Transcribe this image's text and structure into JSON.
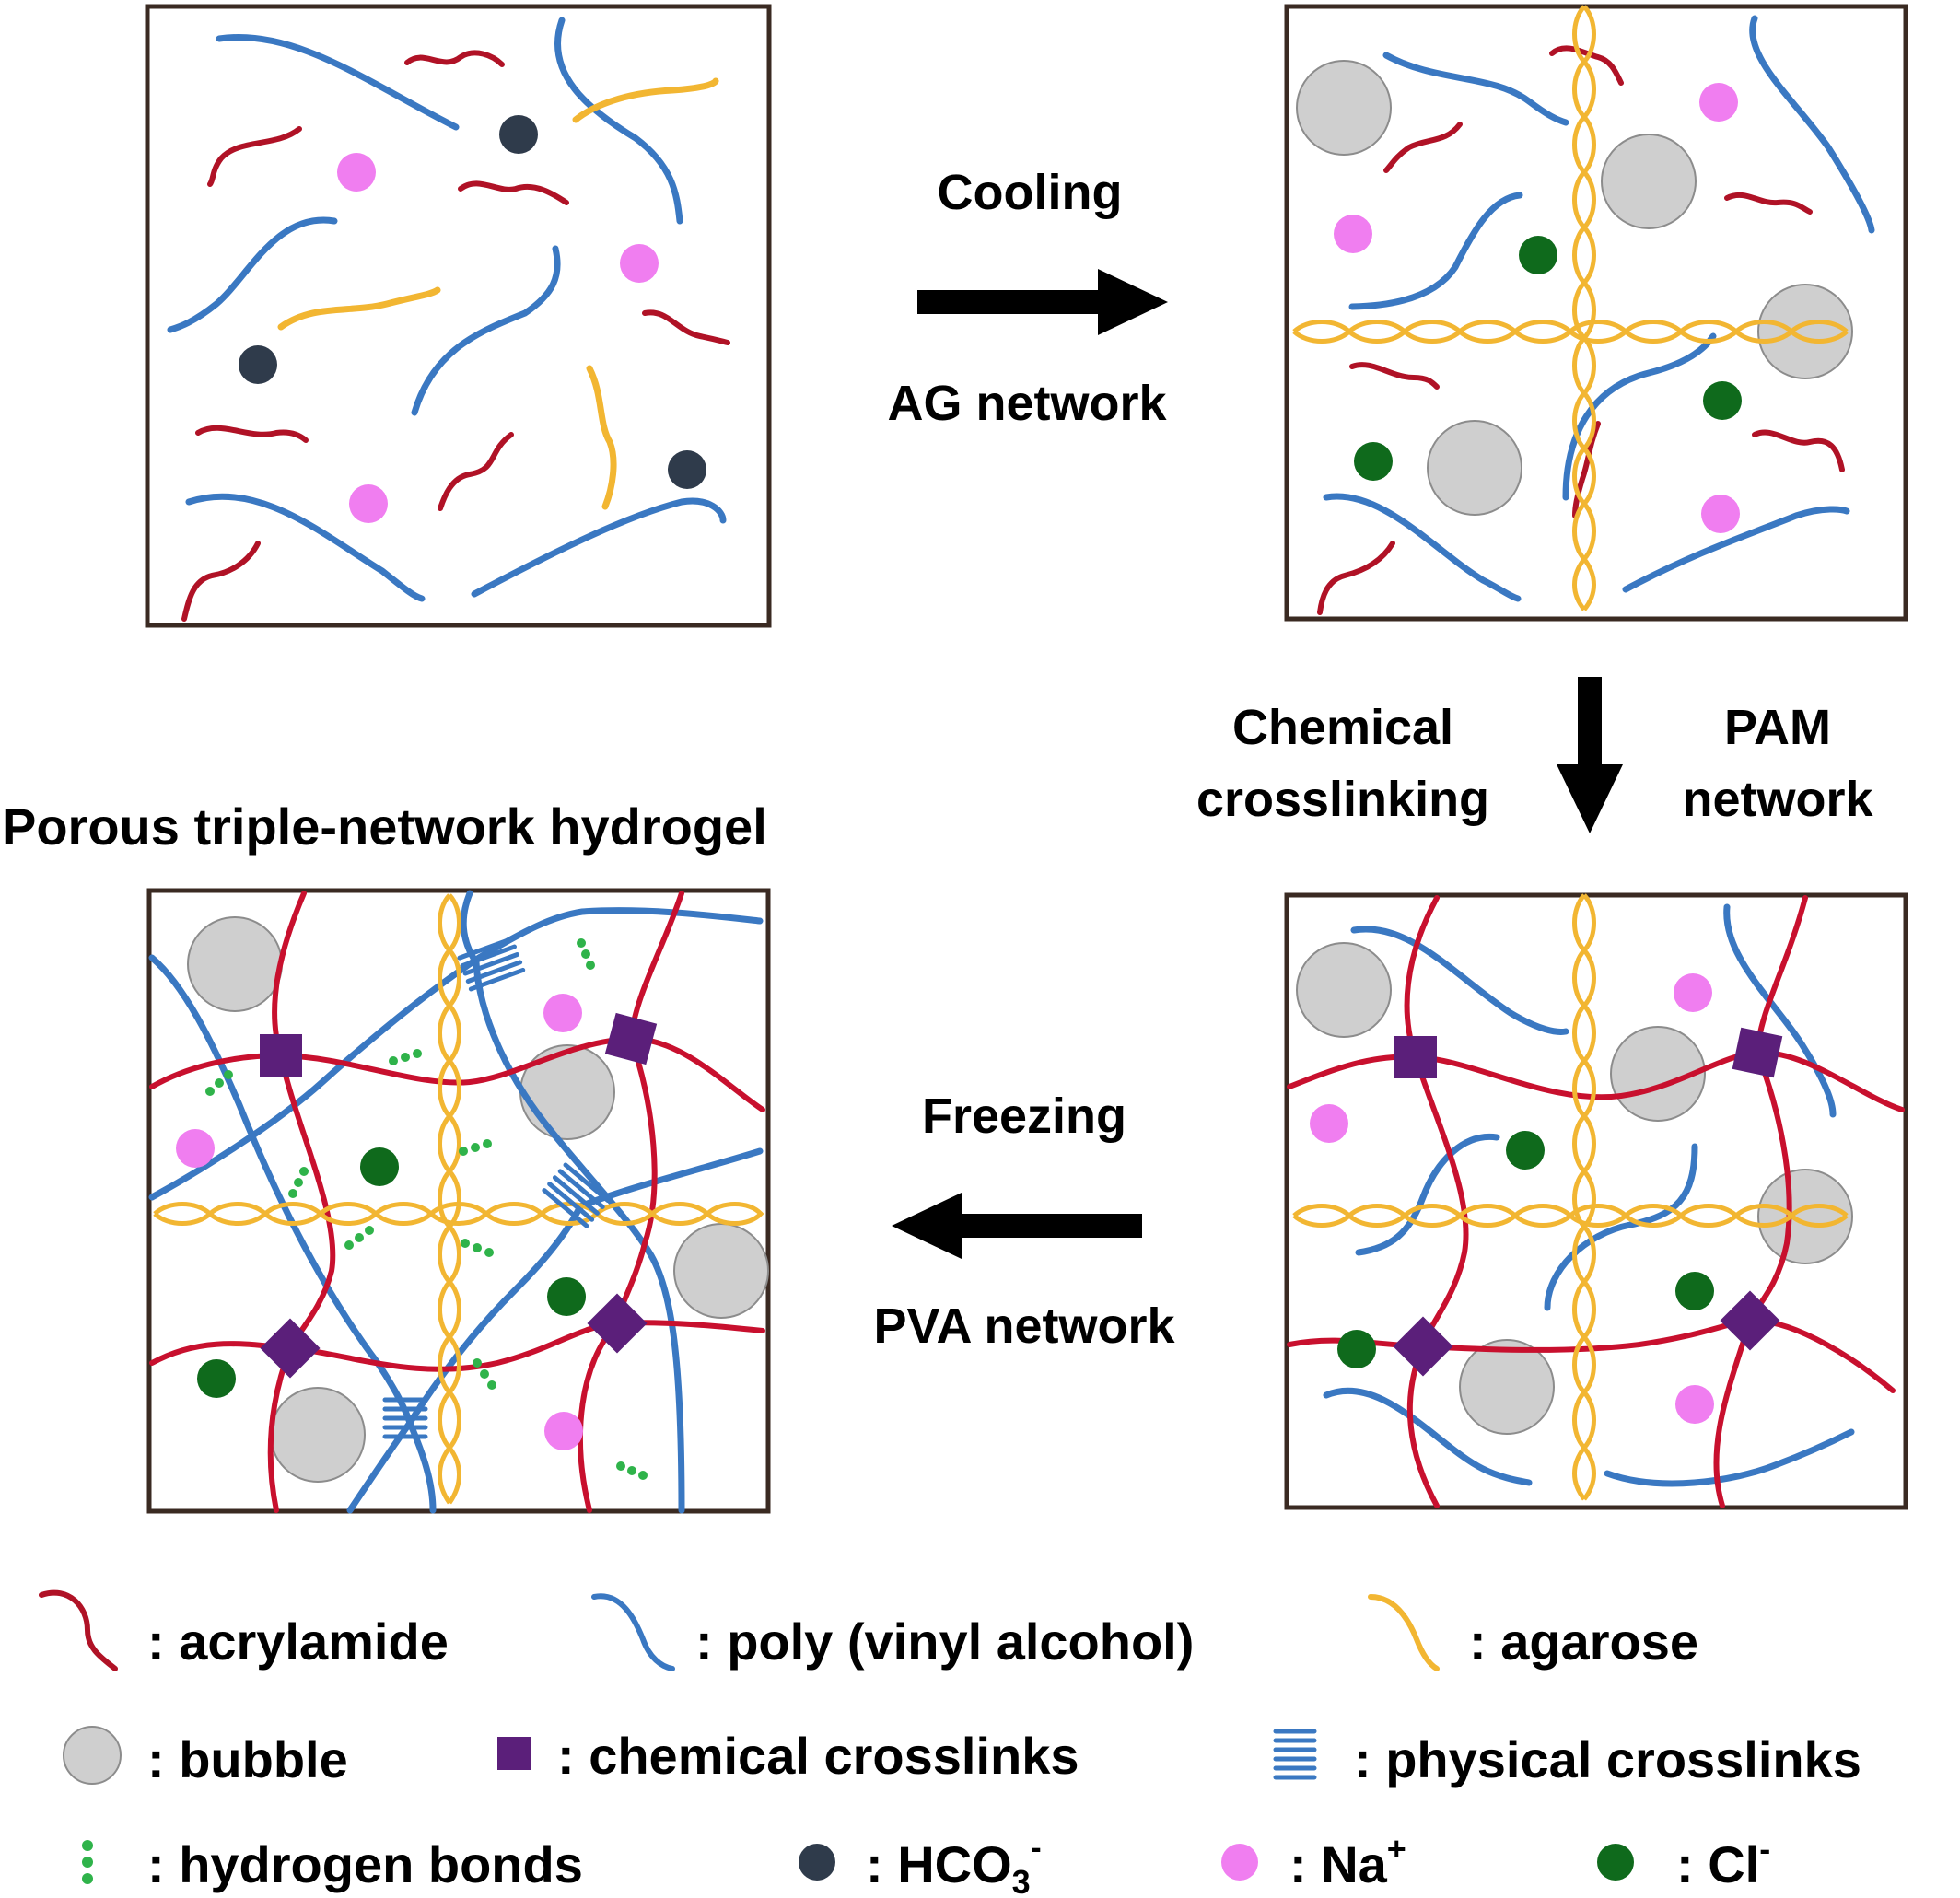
{
  "title": "Porous triple-network hydrogel",
  "steps": [
    {
      "line1": "Cooling",
      "line2": "AG network"
    },
    {
      "line1": "Chemical",
      "line2": "crosslinking",
      "line3": "PAM",
      "line4": "network"
    },
    {
      "line1": "Freezing",
      "line2": "PVA network"
    }
  ],
  "legend": {
    "acrylamide": ": acrylamide",
    "pva": ": poly (vinyl alcohol)",
    "agarose": ": agarose",
    "bubble": ": bubble",
    "chemical_crosslinks": ": chemical crosslinks",
    "physical_crosslinks": ": physical crosslinks",
    "hydrogen_bonds": ": hydrogen bonds",
    "hco3": {
      "prefix": ": HCO",
      "sub": "3",
      "sup": "-"
    },
    "na": {
      "prefix": ": Na",
      "sup": "+"
    },
    "cl": {
      "prefix": ": Cl",
      "sup": "-"
    }
  },
  "colors": {
    "acrylamide": "#c8102e",
    "pva": "#3a78c2",
    "agarose": "#f2b632",
    "bubble_fill": "#cfcfcf",
    "bubble_stroke": "#8c8c8c",
    "chemical_crosslink": "#5b1f7a",
    "hydrogen_bond": "#2fb34a",
    "hco3": "#2f3b4b",
    "na": "#f07ef0",
    "cl": "#0f6a1c",
    "arrow": "#000000",
    "frame": "#3a2a22"
  }
}
